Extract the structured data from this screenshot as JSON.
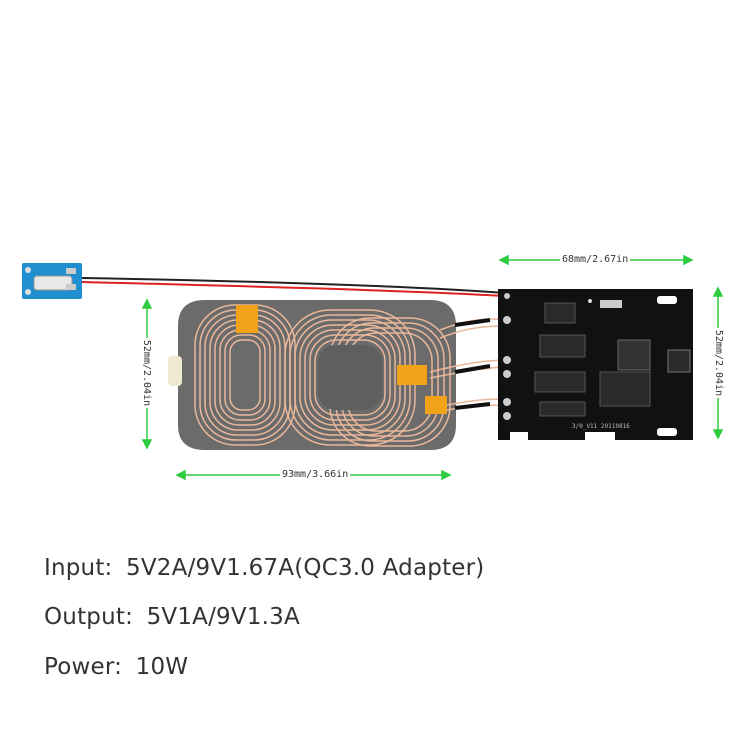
{
  "dimensions": {
    "board_width": "68mm/2.67in",
    "board_height": "52mm/2.04in",
    "coil_width": "93mm/3.66in",
    "coil_height": "52mm/2.04in"
  },
  "board_silkscreen": "3/0_V11 20110816",
  "specs": {
    "input": {
      "label": "Input:",
      "value": "5V2A/9V1.67A(QC3.0 Adapter)"
    },
    "output": {
      "label": "Output:",
      "value": "5V1A/9V1.3A"
    },
    "power": {
      "label": "Power:",
      "value": "10W"
    }
  },
  "colors": {
    "dimension_line": "#2ecc40",
    "coil_wire": "#e9b89a",
    "pcb": "#111111",
    "ferrite": "#6b6b6b",
    "led_board": "#1f8fd0",
    "tape": "#f2a218"
  }
}
